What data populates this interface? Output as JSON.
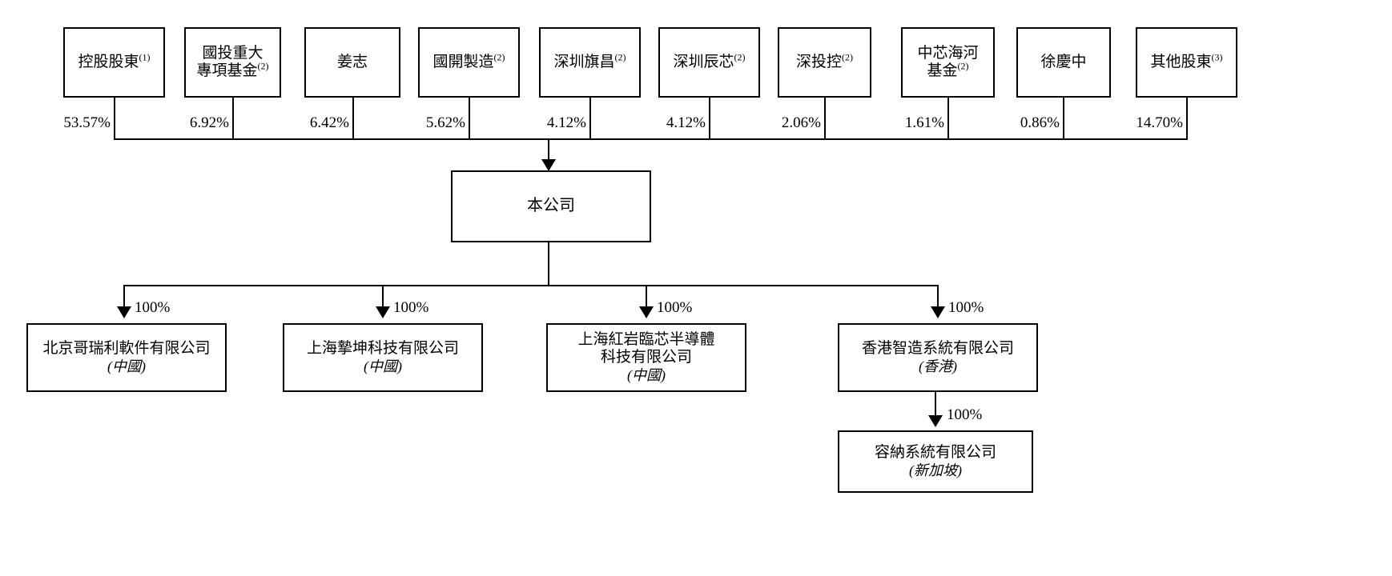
{
  "diagram": {
    "title": "Shareholding and corporate structure chart",
    "line_color": "#000000",
    "background": "#ffffff"
  },
  "shareholders": [
    {
      "name": "控股股東",
      "note": "(1)",
      "pct": "53.57%",
      "lines": [
        "控股股東"
      ]
    },
    {
      "name": "國投重大專項基金",
      "note": "(2)",
      "pct": "6.92%",
      "lines": [
        "國投重大",
        "專項基金"
      ]
    },
    {
      "name": "姜志",
      "note": "",
      "pct": "6.42%",
      "lines": [
        "姜志"
      ]
    },
    {
      "name": "國開製造",
      "note": "(2)",
      "pct": "5.62%",
      "lines": [
        "國開製造"
      ]
    },
    {
      "name": "深圳旗昌",
      "note": "(2)",
      "pct": "4.12%",
      "lines": [
        "深圳旗昌"
      ]
    },
    {
      "name": "深圳辰芯",
      "note": "(2)",
      "pct": "4.12%",
      "lines": [
        "深圳辰芯"
      ]
    },
    {
      "name": "深投控",
      "note": "(2)",
      "pct": "2.06%",
      "lines": [
        "深投控"
      ]
    },
    {
      "name": "中芯海河基金",
      "note": "(2)",
      "pct": "1.61%",
      "lines": [
        "中芯海河",
        "基金"
      ]
    },
    {
      "name": "徐慶中",
      "note": "",
      "pct": "0.86%",
      "lines": [
        "徐慶中"
      ]
    },
    {
      "name": "其他股東",
      "note": "(3)",
      "pct": "14.70%",
      "lines": [
        "其他股東"
      ]
    }
  ],
  "company": {
    "label": "本公司"
  },
  "subsidiaries": [
    {
      "name_lines": [
        "北京哥瑞利軟件有限公司"
      ],
      "country": "(中國)",
      "pct": "100%"
    },
    {
      "name_lines": [
        "上海摯坤科技有限公司"
      ],
      "country": "(中國)",
      "pct": "100%"
    },
    {
      "name_lines": [
        "上海紅岩臨芯半導體",
        "科技有限公司"
      ],
      "country": "(中國)",
      "pct": "100%"
    },
    {
      "name_lines": [
        "香港智造系統有限公司"
      ],
      "country": "(香港)",
      "pct": "100%"
    }
  ],
  "leaf": {
    "name_lines": [
      "容納系統有限公司"
    ],
    "country": "(新加坡)",
    "pct": "100%"
  }
}
